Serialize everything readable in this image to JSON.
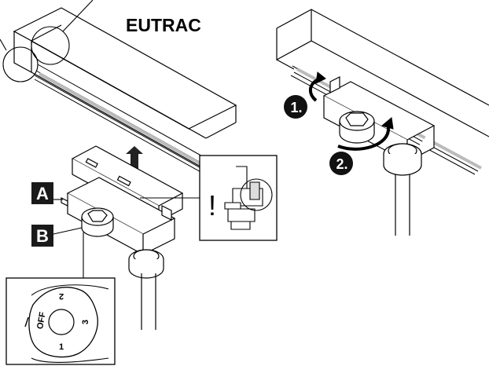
{
  "brand_label": "EUTRAC",
  "callouts": {
    "A": "A",
    "B": "B",
    "warning": "!"
  },
  "steps": {
    "one": "1.",
    "two": "2."
  },
  "dial": {
    "off": "OFF",
    "pos1": "1",
    "pos2": "2",
    "pos3": "3"
  }
}
